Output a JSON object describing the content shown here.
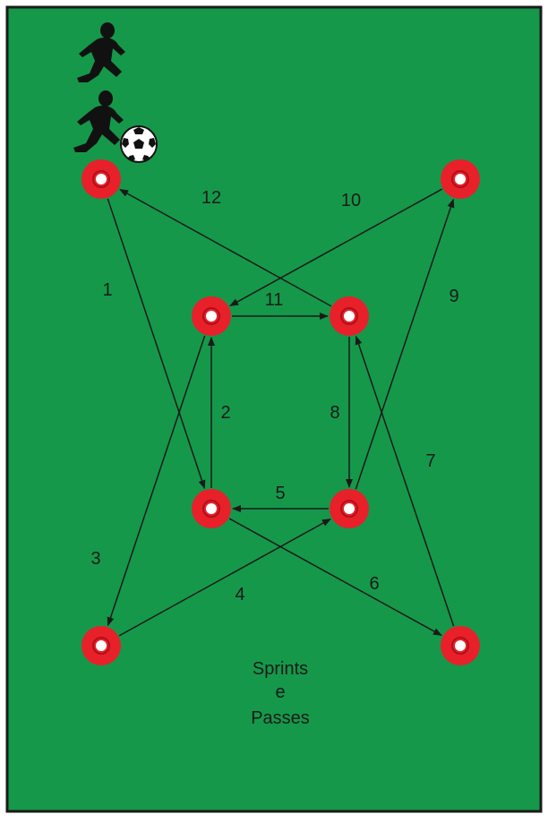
{
  "diagram": {
    "field_color": "#15984a",
    "border_color": "#1a1a1a",
    "cone_color": "#e8202a",
    "cone_center_color": "#ffffff",
    "arrow_color": "#1a1a1a",
    "label_color": "#1a1a1a",
    "cones": [
      {
        "id": "top-left"
      },
      {
        "id": "top-right"
      },
      {
        "id": "inner-top-left"
      },
      {
        "id": "inner-top-right"
      },
      {
        "id": "inner-bottom-left"
      },
      {
        "id": "inner-bottom-right"
      },
      {
        "id": "bottom-left"
      },
      {
        "id": "bottom-right"
      }
    ],
    "arrows": [
      {
        "label": "1",
        "from": "top-left",
        "to": "inner-bottom-left"
      },
      {
        "label": "2",
        "from": "inner-bottom-left",
        "to": "inner-top-left"
      },
      {
        "label": "3",
        "from": "inner-top-left",
        "to": "bottom-left"
      },
      {
        "label": "4",
        "from": "bottom-left",
        "to": "inner-bottom-right"
      },
      {
        "label": "5",
        "from": "inner-bottom-right",
        "to": "inner-bottom-left"
      },
      {
        "label": "6",
        "from": "inner-bottom-left",
        "to": "bottom-right"
      },
      {
        "label": "7",
        "from": "bottom-right",
        "to": "inner-top-right"
      },
      {
        "label": "8",
        "from": "inner-top-right",
        "to": "inner-bottom-right"
      },
      {
        "label": "9",
        "from": "inner-bottom-right",
        "to": "top-right"
      },
      {
        "label": "10",
        "from": "top-right",
        "to": "inner-top-left"
      },
      {
        "label": "11",
        "from": "inner-top-left",
        "to": "inner-top-right"
      },
      {
        "label": "12",
        "from": "inner-top-right",
        "to": "top-left"
      }
    ],
    "caption": {
      "line1": "Sprints",
      "line2": "e",
      "line3": "Passes"
    },
    "icons": [
      "player-running-icon",
      "player-running-icon",
      "soccer-ball-icon"
    ]
  }
}
